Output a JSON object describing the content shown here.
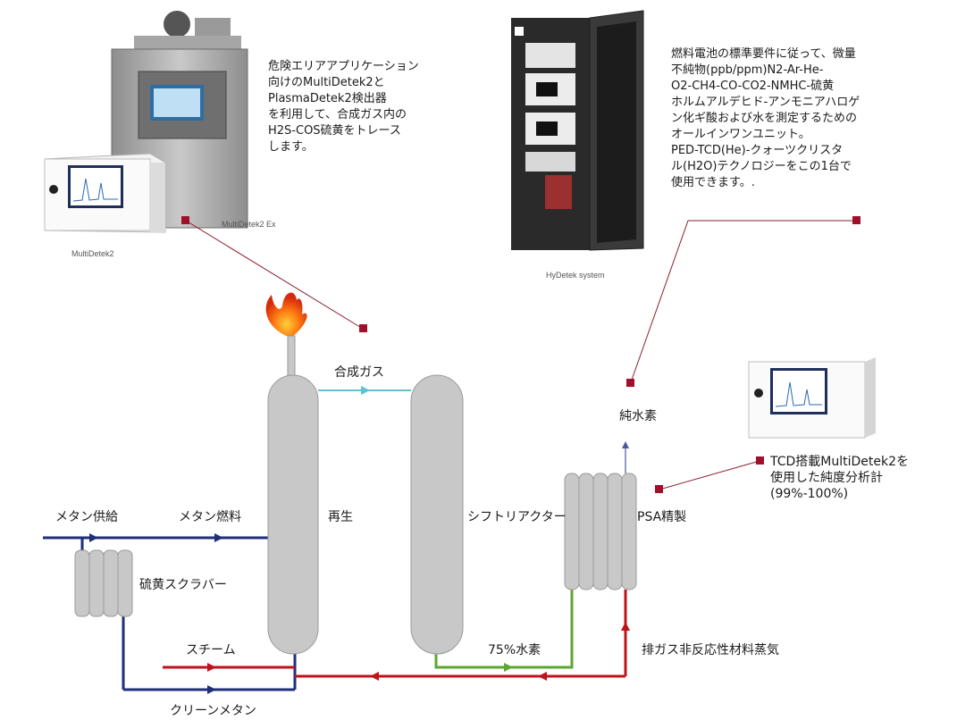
{
  "callouts": {
    "hazard": "危険エリアアプリケーション\n向けのMultiDetek2と\nPlasmaDetek2検出器\nを利用して、合成ガス内の\nH2S-COS硫黄をトレース\nします。",
    "hydetek": "燃料電池の標準要件に従って、微量\n不純物(ppb/ppm)N2-Ar-He-\nO2-CH4-CO-CO2-NMHC-硫黄\nホルムアルデヒド-アンモニアハロゲ\nン化ギ酸および水を測定するための\nオールインワンユニット。\nPED-TCD(He)-クォーツクリスタ\nル(H2O)テクノロジーをこの1台で\n使用できます。.",
    "tcd": "TCD搭載MultiDetek2を\n使用した純度分析計\n(99%-100%)"
  },
  "captions": {
    "multidetek2_ex": "MultiDetek2 Ex",
    "multidetek2": "MultiDetek2",
    "hydetek": "HyDetek system"
  },
  "labels": {
    "methane_feed": "メタン供給",
    "methane_fuel": "メタン燃料",
    "syngas": "合成ガス",
    "regen": "再生",
    "shift": "シフトリアクター",
    "psa": "PSA精製",
    "pure_h2": "純水素",
    "scrubber": "硫黄スクラバー",
    "steam": "スチーム",
    "h2_75": "75%水素",
    "offgas": "排ガス非反応性材料蒸気",
    "clean_methane": "クリーンメタン"
  },
  "colors": {
    "navy": "#1f2f7a",
    "red": "#c0121b",
    "green": "#5aa832",
    "cyan": "#5ec3d0",
    "vessel": "#c8c8c8",
    "marker": "#a0102a",
    "leader": "#8a1f2e"
  }
}
